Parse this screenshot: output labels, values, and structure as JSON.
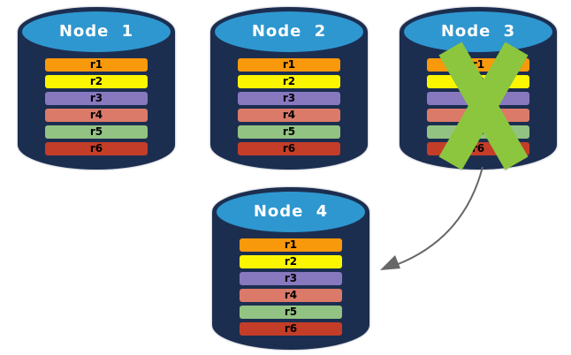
{
  "diagram": {
    "type": "database-replication",
    "arrow_color": "#676767",
    "failure_mark_color": "#8CC63E",
    "palette": {
      "cylinder_body": "#1C2E50",
      "cylinder_top": "#2E97D0",
      "title_color": "#FFFFFF",
      "row_label_color": "#000000"
    },
    "nodes": [
      {
        "label": "Node 1",
        "rows": [
          {
            "label": "r1",
            "color": "#F8980B"
          },
          {
            "label": "r2",
            "color": "#FBF600"
          },
          {
            "label": "r3",
            "color": "#8878BE"
          },
          {
            "label": "r4",
            "color": "#DC7A6A"
          },
          {
            "label": "r5",
            "color": "#93C383"
          },
          {
            "label": "r6",
            "color": "#C43D28"
          }
        ]
      },
      {
        "label": "Node 2",
        "rows": [
          {
            "label": "r1",
            "color": "#F8980B"
          },
          {
            "label": "r2",
            "color": "#FBF600"
          },
          {
            "label": "r3",
            "color": "#8878BE"
          },
          {
            "label": "r4",
            "color": "#DC7A6A"
          },
          {
            "label": "r5",
            "color": "#93C383"
          },
          {
            "label": "r6",
            "color": "#C43D28"
          }
        ]
      },
      {
        "label": "Node 3",
        "rows": [
          {
            "label": "r1",
            "color": "#F8980B"
          },
          {
            "label": "r2",
            "color": "#FBF600"
          },
          {
            "label": "r3",
            "color": "#8878BE"
          },
          {
            "label": "r4",
            "color": "#DC7A6A"
          },
          {
            "label": "r5",
            "color": "#93C383"
          },
          {
            "label": "r6",
            "color": "#C43D28"
          }
        ]
      },
      {
        "label": "Node 4",
        "rows": [
          {
            "label": "r1",
            "color": "#F8980B"
          },
          {
            "label": "r2",
            "color": "#FBF600"
          },
          {
            "label": "r3",
            "color": "#8878BE"
          },
          {
            "label": "r4",
            "color": "#DC7A6A"
          },
          {
            "label": "r5",
            "color": "#93C383"
          },
          {
            "label": "r6",
            "color": "#C43D28"
          }
        ]
      }
    ]
  }
}
